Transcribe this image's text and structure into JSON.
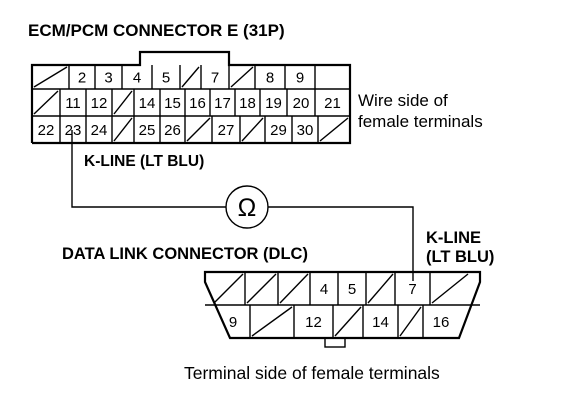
{
  "ecm": {
    "title": "ECM/PCM CONNECTOR E (31P)",
    "side_label_1": "Wire side of",
    "side_label_2": "female terminals",
    "row1": [
      "",
      "2",
      "3",
      "4",
      "5",
      "",
      "7",
      "",
      "8",
      "9"
    ],
    "row2": [
      "",
      "11",
      "12",
      "",
      "14",
      "15",
      "16",
      "17",
      "18",
      "19",
      "20",
      "21"
    ],
    "row3": [
      "22",
      "23",
      "24",
      "",
      "25",
      "26",
      "",
      "27",
      "",
      "29",
      "30",
      ""
    ]
  },
  "wire_label": "K-LINE (LT BLU)",
  "meter_symbol": "Ω",
  "dlc": {
    "title": "DATA LINK CONNECTOR (DLC)",
    "kline_1": "K-LINE",
    "kline_2": "(LT BLU)",
    "top": [
      "",
      "",
      "",
      "4",
      "5",
      "",
      "7",
      ""
    ],
    "bottom": [
      "9",
      "",
      "12",
      "",
      "14",
      "",
      "16"
    ],
    "caption": "Terminal side of female terminals"
  }
}
